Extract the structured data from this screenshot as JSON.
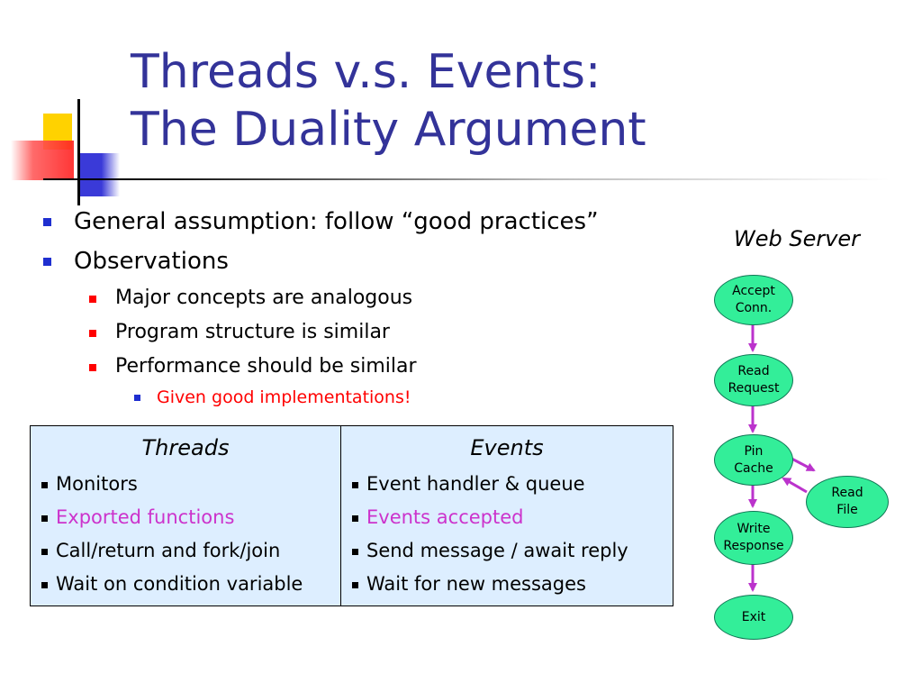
{
  "slide": {
    "title_line1": "Threads v.s. Events:",
    "title_line2": "The Duality Argument"
  },
  "bullets": {
    "general": "General assumption: follow “good practices”",
    "observations": "Observations",
    "sub": [
      "Major concepts are analogous",
      "Program structure is similar",
      "Performance should be similar"
    ],
    "subsub": "Given good implementations!"
  },
  "table": {
    "threads_header": "Threads",
    "events_header": "Events",
    "threads": [
      "Monitors",
      "Exported functions",
      "Call/return and fork/join",
      "Wait on condition variable"
    ],
    "events": [
      "Event handler & queue",
      "Events accepted",
      "Send message / await reply",
      "Wait for new messages"
    ]
  },
  "diagram": {
    "title": "Web Server",
    "nodes": {
      "accept": "Accept\nConn.",
      "read_request": "Read\nRequest",
      "pin_cache": "Pin\nCache",
      "read_file": "Read\nFile",
      "write_response": "Write\nResponse",
      "exit": "Exit"
    }
  },
  "colors": {
    "title": "#333399",
    "highlight_text": "#cc33cc",
    "emphasis_text": "#ff0000",
    "node_fill": "#33ee99",
    "arrow": "#bb33cc",
    "table_bg": "#ddeeff"
  }
}
